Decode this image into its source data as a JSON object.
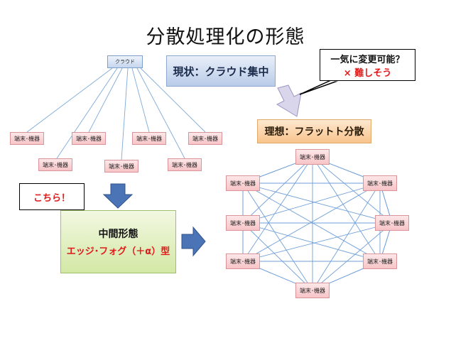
{
  "title": "分散処理化の形態",
  "cloud_label": "クラウド",
  "terminal_label": "端末･機器",
  "status_label": "現状：クラウド集中",
  "ideal_label": "理想：フラットト分散",
  "callout_top": {
    "line1": "一気に変更可能？",
    "line2": "× 難しそう"
  },
  "callout_left": "こちら！",
  "middle_box": {
    "line1": "中間形態",
    "line2": "エッジ･フォグ（＋α）型"
  },
  "colors": {
    "accent_red": "#e01b1b",
    "arrow_blue": "#4a74b6",
    "line_blue": "#6f9fd8"
  }
}
